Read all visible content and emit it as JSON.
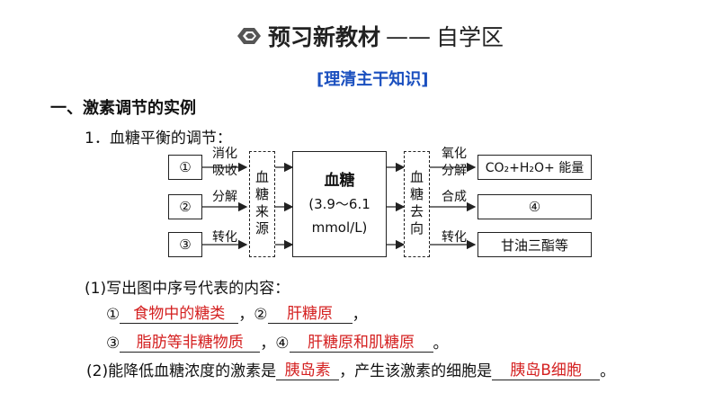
{
  "header": {
    "title_bold": "预习新教材",
    "title_dash": "——",
    "title_rest": "自学区",
    "subtitle": "[理清主干知识]"
  },
  "section": {
    "heading": "一、激素调节的实例",
    "subheading": "1．血糖平衡的调节："
  },
  "diagram": {
    "left_boxes": [
      "①",
      "②",
      "③"
    ],
    "left_processes": [
      "消化\n吸收",
      "分解",
      "转化"
    ],
    "source_label": "血糖来源",
    "center_title": "血糖",
    "center_range": "(3.9～6.1",
    "center_unit": "mmol/L)",
    "dest_label": "血糖去向",
    "right_processes": [
      "氧化\n分解",
      "合成",
      "转化"
    ],
    "right_boxes": [
      "CO₂+H₂O+ 能量",
      "④",
      "甘油三酯等"
    ]
  },
  "questions": {
    "q1_prompt": "(1)写出图中序号代表的内容：",
    "a1_label": "①",
    "a1": "食物中的糖类",
    "a2_label": "，②",
    "a2": "肝糖原",
    "sep_comma": "，",
    "a3_label": "③",
    "a3": "脂肪等非糖物质",
    "a4_label": "，④",
    "a4": "肝糖原和肌糖原",
    "period": "。",
    "q2_prefix": "(2)能降低血糖浓度的激素是",
    "q2_a1": "胰岛素",
    "q2_mid": "，产生该激素的细胞是",
    "q2_a2": "胰岛B细胞",
    "q2_end": "。"
  },
  "colors": {
    "answer": "#d42020",
    "subtitle": "#1a4fbf"
  }
}
